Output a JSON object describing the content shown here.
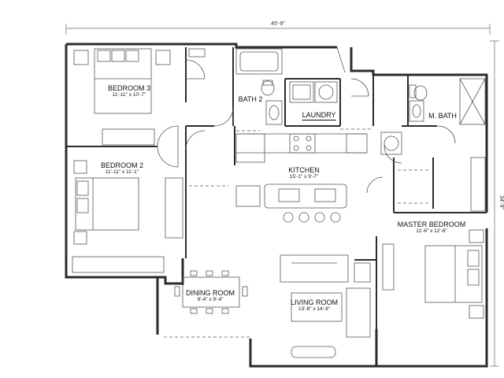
{
  "dimensions": {
    "overall_width": "45'-9\"",
    "overall_depth": "34'-9\""
  },
  "rooms": [
    {
      "id": "bedroom3",
      "name": "BEDROOM 3",
      "dim": "11'-11\" x 10'-7\""
    },
    {
      "id": "bath2",
      "name": "BATH 2",
      "dim": ""
    },
    {
      "id": "laundry",
      "name": "LAUNDRY",
      "dim": ""
    },
    {
      "id": "mbath",
      "name": "M. BATH",
      "dim": ""
    },
    {
      "id": "bedroom2",
      "name": "BEDROOM 2",
      "dim": "11'-11\" x 11'-1\""
    },
    {
      "id": "kitchen",
      "name": "KITCHEN",
      "dim": "15'-1\" x 9'-7\""
    },
    {
      "id": "master",
      "name": "MASTER BEDROOM",
      "dim": "11'-6\" x 12'-6\""
    },
    {
      "id": "dining",
      "name": "DINING ROOM",
      "dim": "9'-4\" x 9'-4\""
    },
    {
      "id": "living",
      "name": "LIVING ROOM",
      "dim": "13'-8\" x 14'-9\""
    }
  ],
  "colors": {
    "wall": "#2b2b2b",
    "fixture": "#555555",
    "page": "#ffffff"
  }
}
